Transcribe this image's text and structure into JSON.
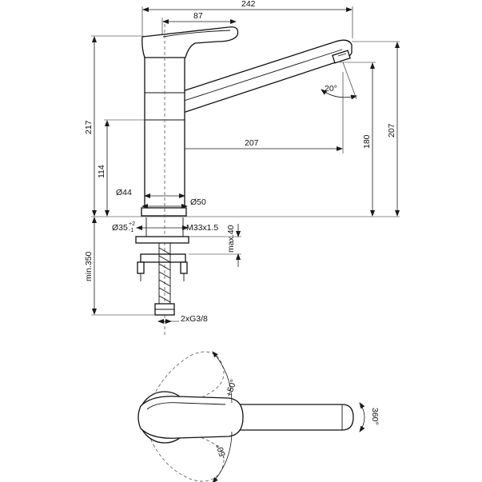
{
  "dimensions": {
    "total_width": "242",
    "handle_width": "87",
    "spout_reach": "207",
    "total_height": "217",
    "spout_height": "207",
    "outlet_height": "180",
    "body_height": "114",
    "hose_length": "min.350",
    "base_diameter": "Ø44",
    "body_diameter": "Ø50",
    "hole_diameter": "Ø35",
    "hole_tolerance_plus": "+2",
    "hole_tolerance_minus": "-1",
    "thread": "M33x1.5",
    "deck_thickness": "max.40",
    "connection": "2xG3/8",
    "outlet_angle": "20°",
    "lever_angle_up": "+50°",
    "lever_angle_down": "-50°",
    "spout_rotation": "360°"
  }
}
